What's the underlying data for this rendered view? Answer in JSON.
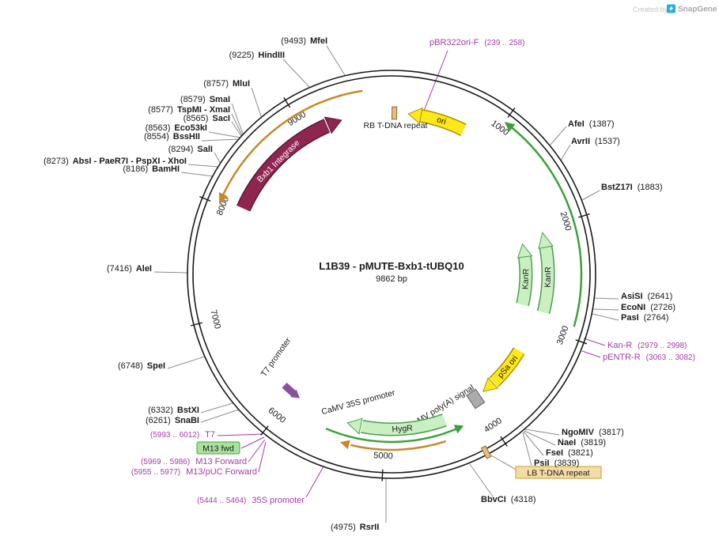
{
  "watermark": {
    "created_by": "Created by",
    "brand": "SnapGene"
  },
  "plasmid": {
    "title": "L1B39 - pMUTE-Bxb1-tUBQ10",
    "size_label": "9862 bp"
  },
  "ticks": [
    "1000",
    "2000",
    "3000",
    "4000",
    "5000",
    "6000",
    "7000",
    "8000",
    "9000"
  ],
  "features": {
    "ori": "ori",
    "rb_tdna": "RB T-DNA repeat",
    "kanr_inner": "KanR",
    "kanr_outer": "KanR",
    "psa_ori": "pSa ori",
    "camv_polya": "CaMV poly(A) signal",
    "hygr": "HygR",
    "camv_35s": "CaMV 35S promoter",
    "t7_promoter": "T7 promoter",
    "bxb1": "Bxb1 Integrase",
    "lb_tdna": "LB T-DNA repeat"
  },
  "sites_left": [
    {
      "pos": "(9493)",
      "name": "MfeI"
    },
    {
      "pos": "(9225)",
      "name": "HindIII"
    },
    {
      "pos": "(8757)",
      "name": "MluI"
    },
    {
      "pos": "(8579)",
      "name": "SmaI"
    },
    {
      "pos": "(8577)",
      "name": "TspMI - XmaI"
    },
    {
      "pos": "(8565)",
      "name": "SacI"
    },
    {
      "pos": "(8563)",
      "name": "Eco53kI"
    },
    {
      "pos": "(8554)",
      "name": "BssHII"
    },
    {
      "pos": "(8294)",
      "name": "SalI"
    },
    {
      "pos": "(8273)",
      "name": "AbsI - PaeR7I - PspXI - XhoI"
    },
    {
      "pos": "(8186)",
      "name": "BamHI"
    },
    {
      "pos": "(7416)",
      "name": "AleI"
    },
    {
      "pos": "(6748)",
      "name": "SpeI"
    },
    {
      "pos": "(6332)",
      "name": "BstXI"
    },
    {
      "pos": "(6261)",
      "name": "SnaBI"
    }
  ],
  "sites_right": [
    {
      "name": "AfeI",
      "pos": "(1387)"
    },
    {
      "name": "AvrII",
      "pos": "(1537)"
    },
    {
      "name": "BstZ17I",
      "pos": "(1883)"
    },
    {
      "name": "AsiSI",
      "pos": "(2641)"
    },
    {
      "name": "EcoNI",
      "pos": "(2726)"
    },
    {
      "name": "PasI",
      "pos": "(2764)"
    },
    {
      "name": "NgoMIV",
      "pos": "(3817)"
    },
    {
      "name": "NaeI",
      "pos": "(3819)"
    },
    {
      "name": "FseI",
      "pos": "(3821)"
    },
    {
      "name": "PsiI",
      "pos": "(3839)"
    },
    {
      "name": "BbvCI",
      "pos": "(4318)"
    }
  ],
  "site_bottom": {
    "pos": "(4975)",
    "name": "RsrII"
  },
  "primers": {
    "pbr322ori_f": {
      "name": "pBR322ori-F",
      "range": "(239 .. 258)"
    },
    "kan_r": {
      "name": "Kan-R",
      "range": "(2979 .. 2998)"
    },
    "pentr_r": {
      "name": "pENTR-R",
      "range": "(3063 .. 3082)"
    },
    "t7": {
      "range": "(5993 .. 6012)",
      "name": "T7"
    },
    "m13_fwd": {
      "name": "M13 fwd"
    },
    "m13_forward": {
      "range": "(5969 .. 5986)",
      "name": "M13 Forward"
    },
    "m13_puc_forward": {
      "range": "(5955 .. 5977)",
      "name": "M13/pUC Forward"
    },
    "p35s": {
      "range": "(5444 .. 5464)",
      "name": "35S promoter"
    }
  },
  "colors": {
    "primer_purple": "#a53ca5",
    "leader_gray": "#8c8c8c",
    "ring_black": "#1a1a1a",
    "feature_yellow": "#ffe81a",
    "feature_yellow_border": "#a89000",
    "arc_green": "#3ba03b",
    "feature_pale_green": "#c9efc2",
    "feature_green_border": "#4c9e4c",
    "arc_orange": "#c8882a",
    "feature_maroon": "#8e2650",
    "feature_maroon_border": "#5c1535",
    "polya_gray": "#ababab",
    "tdna_tan": "#e3be7c",
    "lb_label_bg": "#f2dca8",
    "m13_label_bg": "#a8e29e",
    "t7_purple": "#8e4f9e"
  }
}
